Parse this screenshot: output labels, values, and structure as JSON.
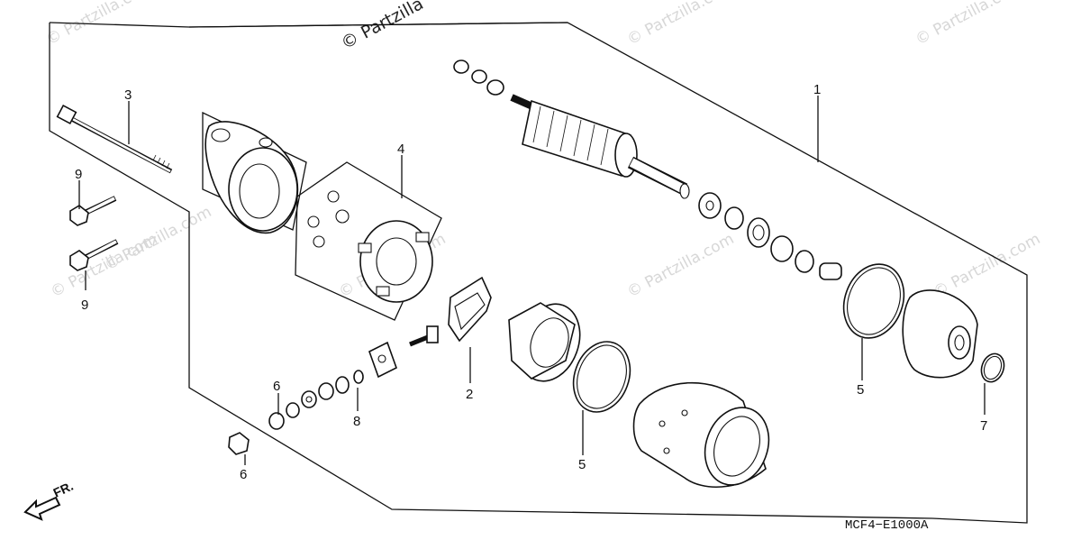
{
  "diagram": {
    "code": "MCF4−E1000A",
    "direction_label": "FR.",
    "watermark": "© Partzilla.com",
    "watermark_top": "© Partzilla",
    "callouts": {
      "c1": "1",
      "c2": "2",
      "c3": "3",
      "c4": "4",
      "c5a": "5",
      "c5b": "5",
      "c6a": "6",
      "c6b": "6",
      "c7": "7",
      "c8": "8",
      "c9a": "9",
      "c9b": "9"
    }
  }
}
